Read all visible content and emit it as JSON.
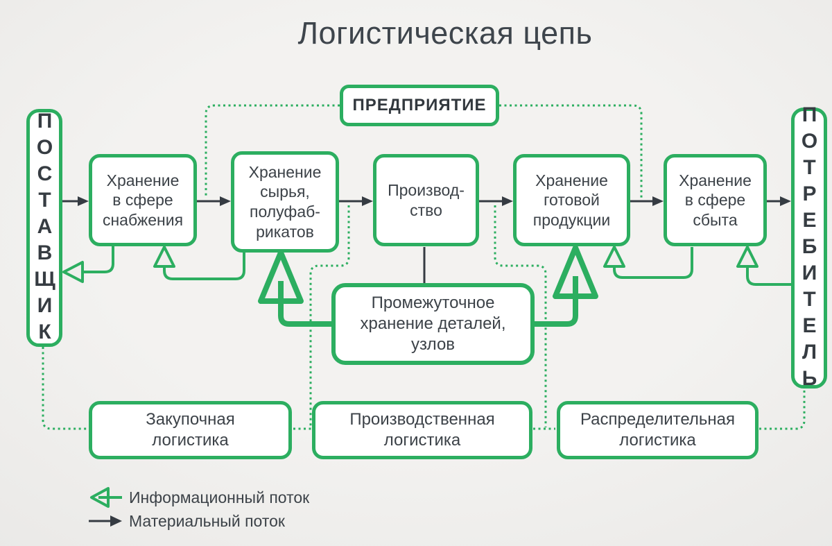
{
  "title": "Логистическая цепь",
  "enterprise_label": "ПРЕДПРИЯТИЕ",
  "supplier_label": "ПОСТАВЩИК",
  "consumer_label": "ПОТРЕБИТЕЛЬ",
  "chain_boxes": [
    {
      "label": "Хранение\nв сфере\nснабжения"
    },
    {
      "label": "Хранение\nсырья,\nполуфаб-\nрикатов"
    },
    {
      "label": "Производ-\nство"
    },
    {
      "label": "Хранение\nготовой\nпродукции"
    },
    {
      "label": "Хранение\nв сфере\nсбыта"
    }
  ],
  "intermediate_box": {
    "label": "Промежуточное\nхранение деталей,\nузлов"
  },
  "logistics_boxes": [
    {
      "label": "Закупочная\nлогистика"
    },
    {
      "label": "Производственная\nлогистика"
    },
    {
      "label": "Распределительная\nлогистика"
    }
  ],
  "legend": {
    "information": "Информационный поток",
    "material": "Материальный поток"
  },
  "colors": {
    "green": "#2cae60",
    "dark_text": "#3c4248",
    "black_arrow": "#353b42",
    "box_background": "#ffffff",
    "page_background": "#efeeec"
  }
}
